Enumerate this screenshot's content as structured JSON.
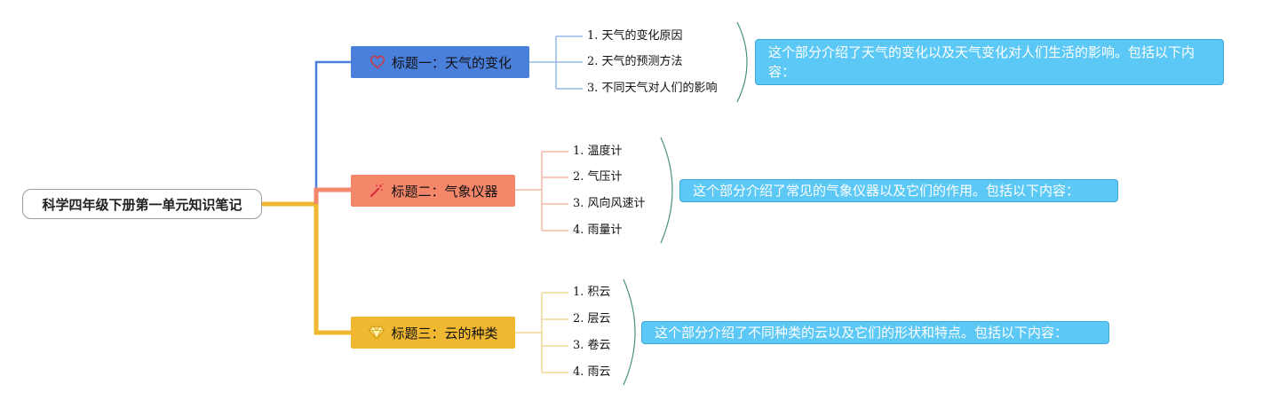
{
  "root": {
    "title": "科学四年级下册第一单元知识笔记"
  },
  "topics": [
    {
      "title": "标题一：天气的变化",
      "icon": "heart-icon",
      "color": "#4a80db",
      "items": [
        "1. 天气的变化原因",
        "2. 天气的预测方法",
        "3. 不同天气对人们的影响"
      ],
      "note": "这个部分介绍了天气的变化以及天气变化对人们生活的影响。包括以下内容："
    },
    {
      "title": "标题二：气象仪器",
      "icon": "magic-wand-icon",
      "color": "#f4866a",
      "items": [
        "1. 温度计",
        "2. 气压计",
        "3. 风向风速计",
        "4. 雨量计"
      ],
      "note": "这个部分介绍了常见的气象仪器以及它们的作用。包括以下内容："
    },
    {
      "title": "标题三：云的种类",
      "icon": "diamond-icon",
      "color": "#f0b830",
      "items": [
        "1. 积云",
        "2. 层云",
        "3. 卷云",
        "4. 雨云"
      ],
      "note": "这个部分介绍了不同种类的云以及它们的形状和特点。包括以下内容："
    }
  ],
  "colors": {
    "note_bg": "#5cc8f5",
    "root_link": "#f0b830",
    "leaf_link_1": "#94b8e6",
    "leaf_link_2": "#f5b9a6",
    "leaf_link_3": "#f3d896",
    "brace": "#4a9475"
  }
}
